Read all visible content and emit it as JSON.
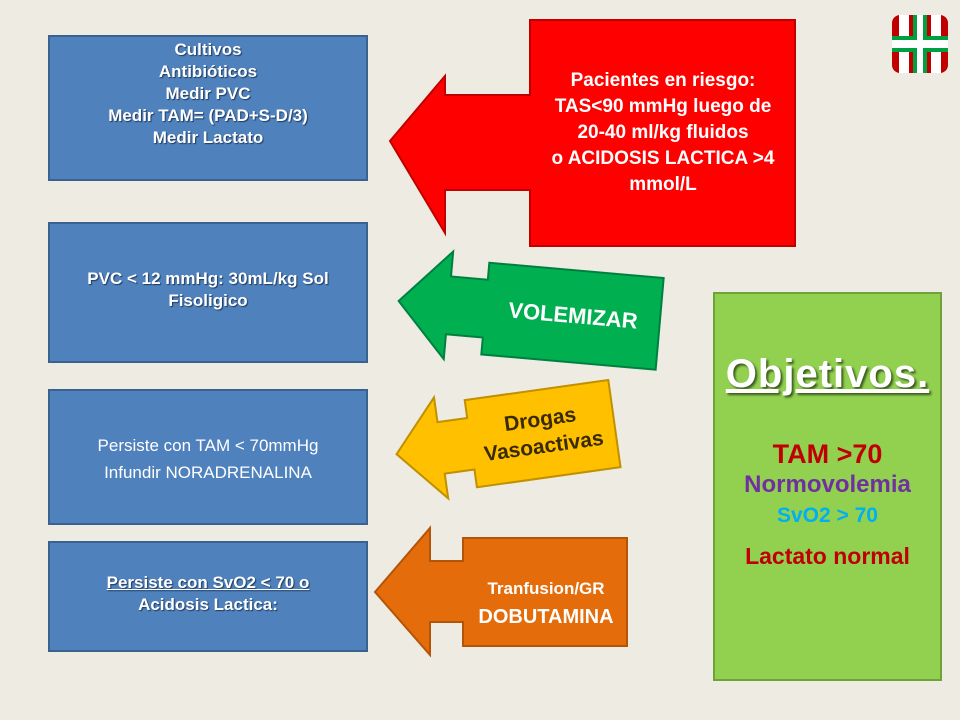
{
  "box1": {
    "lines": [
      "Cultivos",
      "Antibióticos",
      "Medir PVC",
      "Medir TAM= (PAD+S-D/3)",
      "Medir Lactato"
    ]
  },
  "box2": {
    "lines": [
      "PVC < 12 mmHg: 30mL/kg Sol",
      "Fisoligico"
    ]
  },
  "box3": {
    "lines": [
      "Persiste con TAM < 70mmHg",
      "Infundir NORADRENALINA"
    ]
  },
  "box4": {
    "lines": [
      "Persiste con SvO2 < 70 o",
      "Acidosis Lactica:"
    ]
  },
  "arrow_red": {
    "lines": [
      "Pacientes en riesgo:",
      "TAS<90 mmHg luego de",
      "20-40 ml/kg fluidos",
      "o ACIDOSIS LACTICA >4",
      "mmol/L"
    ],
    "color": "#ff0000"
  },
  "arrow_green": {
    "label": "VOLEMIZAR",
    "color": "#00b050"
  },
  "arrow_yellow": {
    "lines": [
      "Drogas",
      "Vasoactivas"
    ],
    "color": "#ffc000"
  },
  "arrow_orange": {
    "lines": [
      "Tranfusion/GR",
      "DOBUTAMINA"
    ],
    "color": "#e46c0a"
  },
  "objectives": {
    "title": "Objetivos.",
    "items": [
      "TAM >70",
      "Normovolemia",
      "SvO2 > 70",
      "Lactato normal"
    ],
    "item_colors": [
      "#c00000",
      "#7030a0",
      "#00b0f0",
      "#c00000"
    ],
    "background": "#92d050"
  },
  "logo": {
    "colors": [
      "#c00000",
      "#00a040",
      "#ffffff"
    ]
  }
}
